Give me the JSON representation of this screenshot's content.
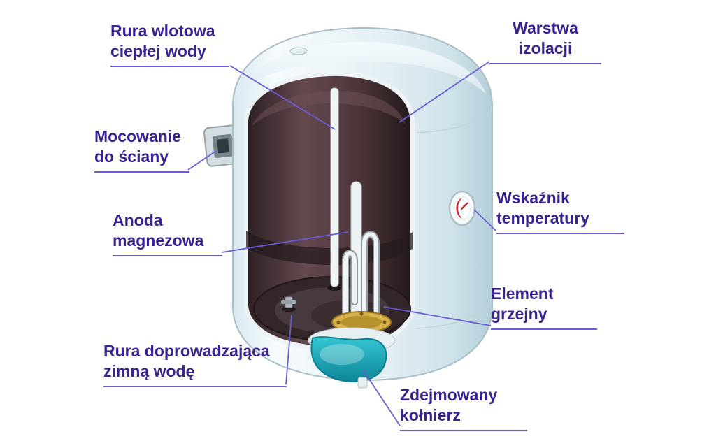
{
  "colors": {
    "label_text": "#3a2191",
    "leader_line": "#6a5cd9",
    "tank_highlight": "#f6fbfd",
    "tank_shadow": "#b9d2dc",
    "interior_dark": "#45343a",
    "collar_teal": "#14a9ba",
    "flange_gold": "#c9a23f",
    "gauge_red": "#d3232b"
  },
  "labels": {
    "hot_water_inlet": {
      "line1": "Rura wlotowa",
      "line2": "ciepłej wody"
    },
    "insulation": {
      "line1": "Warstwa",
      "line2": "izolacji"
    },
    "wall_mount": {
      "line1": "Mocowanie",
      "line2": "do ściany"
    },
    "magnesium_anode": {
      "line1": "Anoda",
      "line2": "magnezowa"
    },
    "temperature_indicator": {
      "line1": "Wskaźnik",
      "line2": "temperatury"
    },
    "heating_element": {
      "line1": "Element",
      "line2": "grzejny"
    },
    "cold_water_supply": {
      "line1": "Rura doprowadzająca",
      "line2": "zimną wodę"
    },
    "removable_collar": {
      "line1": "Zdejmowany",
      "line2": "kołnierz"
    }
  }
}
